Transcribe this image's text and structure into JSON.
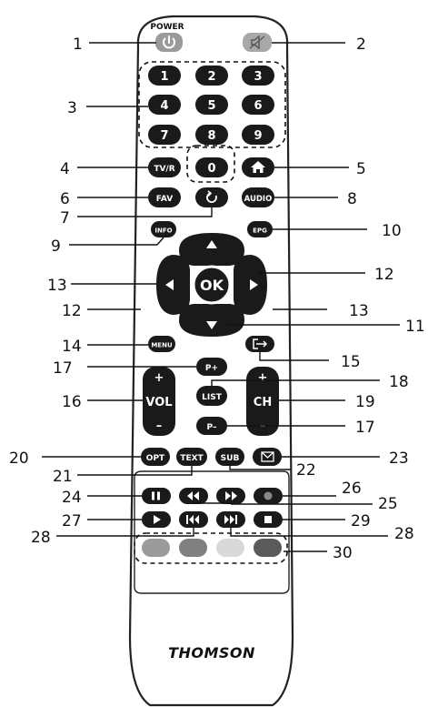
{
  "brand": "THOMSON",
  "power_label": "POWER",
  "buttons": {
    "digits": [
      "1",
      "2",
      "3",
      "4",
      "5",
      "6",
      "7",
      "8",
      "9"
    ],
    "zero": "0",
    "tvr": "TV/R",
    "fav": "FAV",
    "audio": "AUDIO",
    "info": "INFO",
    "epg": "EPG",
    "ok": "OK",
    "menu": "MENU",
    "p_plus": "P+",
    "p_minus": "P–",
    "list": "LIST",
    "vol": "VOL",
    "ch": "CH",
    "plus": "+",
    "minus": "–",
    "opt": "OPT",
    "text": "TEXT",
    "sub": "SUB"
  },
  "icons": {
    "power": "power-icon",
    "mute": "mute-icon",
    "home": "home-icon",
    "recall": "recall-icon",
    "exit": "exit-icon",
    "mail": "mail-icon",
    "pause": "pause-icon",
    "rewind": "rewind-icon",
    "fast_forward": "fast-forward-icon",
    "record": "record-icon",
    "play": "play-icon",
    "previous": "previous-icon",
    "next": "next-icon",
    "stop": "stop-icon"
  },
  "colors": {
    "remote_outline": "#222222",
    "button_fill": "#1a1a1a",
    "power_button": "#9a9a9a",
    "mute_button": "#a8a8a8",
    "record_dot": "#888888",
    "color_keys": [
      "#9b9b9b",
      "#808080",
      "#d9d9d9",
      "#5a5a5a"
    ]
  },
  "callout_numbers": {
    "n1": "1",
    "n2": "2",
    "n3": "3",
    "n4": "4",
    "n5": "5",
    "n6": "6",
    "n7": "7",
    "n8": "8",
    "n9": "9",
    "n10": "10",
    "n11": "11",
    "n12a": "12",
    "n12b": "12",
    "n13a": "13",
    "n13b": "13",
    "n14": "14",
    "n15": "15",
    "n16": "16",
    "n17a": "17",
    "n17b": "17",
    "n18": "18",
    "n19": "19",
    "n20": "20",
    "n21": "21",
    "n22": "22",
    "n23": "23",
    "n24": "24",
    "n25": "25",
    "n26": "26",
    "n27": "27",
    "n28a": "28",
    "n28b": "28",
    "n29": "29",
    "n30": "30"
  }
}
